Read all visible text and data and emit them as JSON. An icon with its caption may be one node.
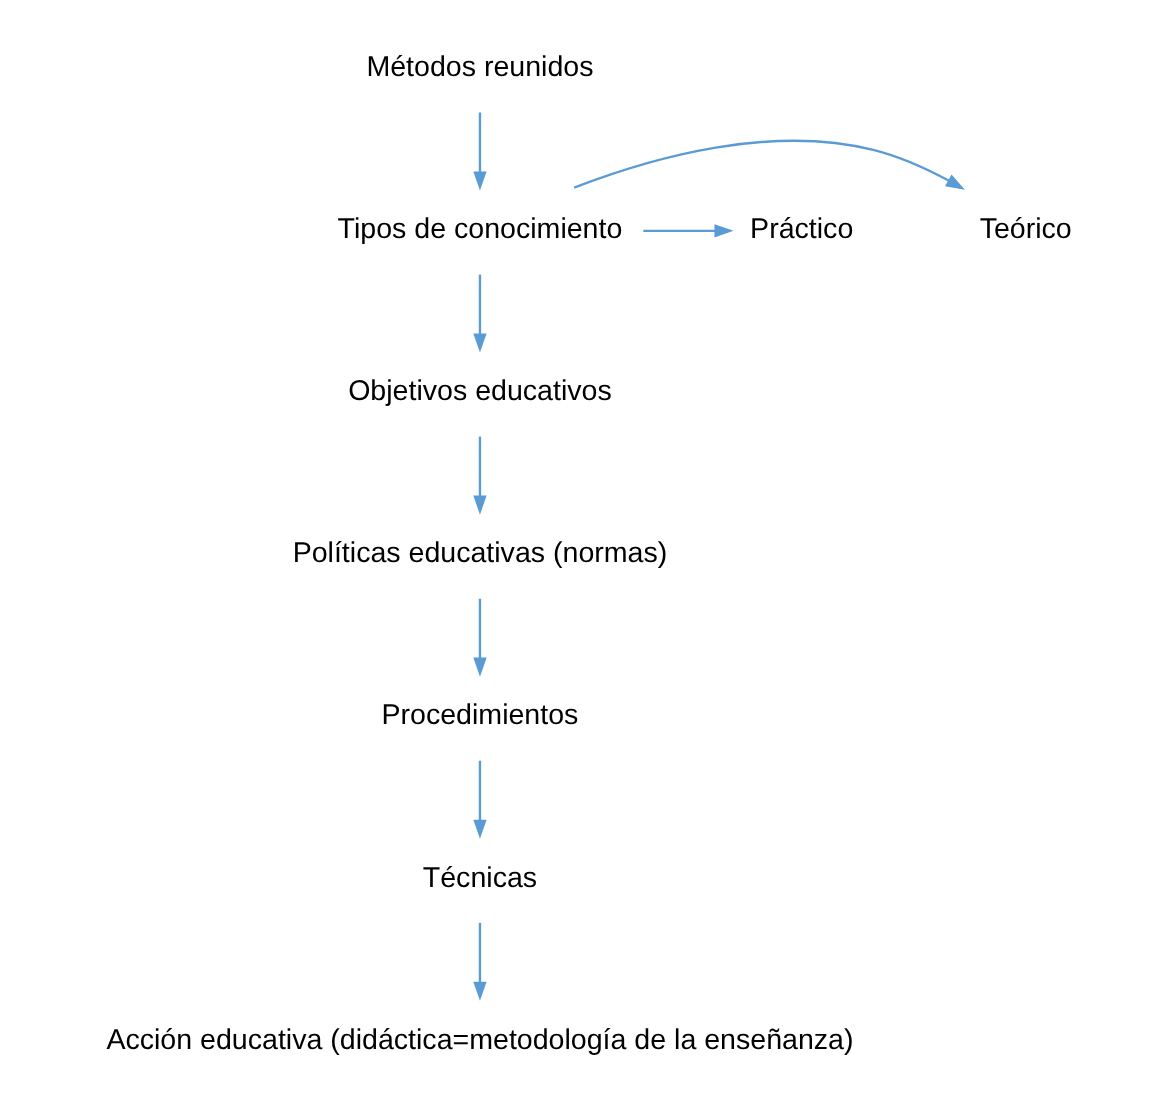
{
  "diagram": {
    "nodes": [
      {
        "text": [
          "Métodos reunidos"
        ]
      },
      {
        "text": [
          "Teórico"
        ]
      },
      {
        "text": [
          "Tipos de conocimiento"
        ]
      },
      {
        "text": [
          "Práctico"
        ]
      },
      {
        "text": [
          "Objetivos educativos"
        ]
      },
      {
        "text": [
          "Políticas educativas (normas)"
        ]
      },
      {
        "text": [
          "Procedimientos"
        ]
      },
      {
        "text": [
          "Técnicas"
        ]
      },
      {
        "text": [
          "Acción educativa (didáctica=metodología de la enseñanza)"
        ]
      }
    ],
    "edges": [
      {
        "from": 0,
        "to": 2,
        "arrow": "to"
      },
      {
        "from": 2,
        "to": 1,
        "arrow": "to"
      },
      {
        "from": 2,
        "to": 3,
        "arrow": "to"
      },
      {
        "from": 2,
        "to": 4,
        "arrow": "to"
      },
      {
        "from": 4,
        "to": 5,
        "arrow": "to"
      },
      {
        "from": 5,
        "to": 6,
        "arrow": "to"
      },
      {
        "from": 6,
        "to": 7,
        "arrow": "to"
      },
      {
        "from": 7,
        "to": 8,
        "arrow": "to"
      }
    ]
  }
}
